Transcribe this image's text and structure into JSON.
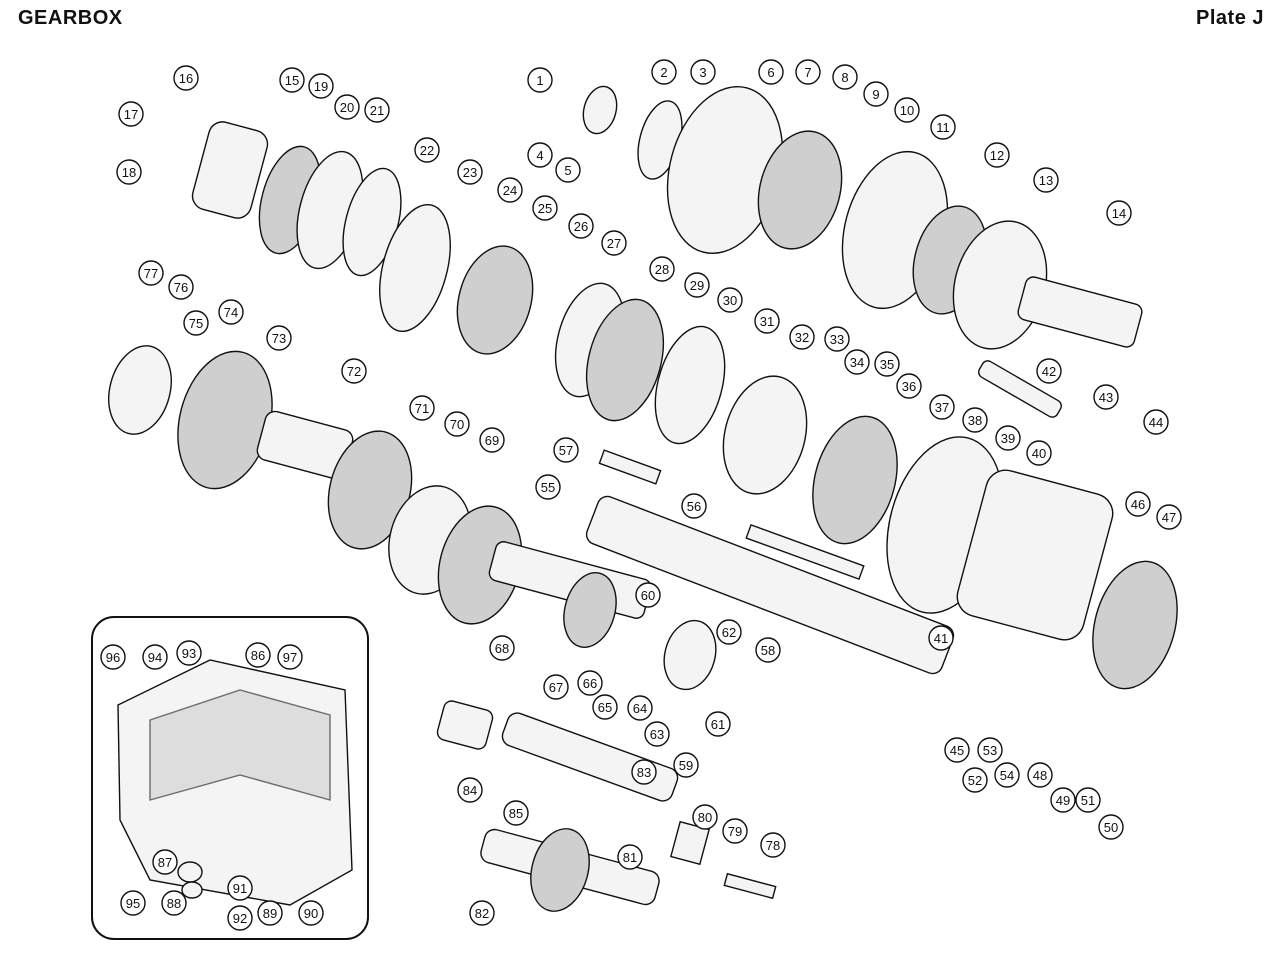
{
  "header": {
    "title": "GEARBOX",
    "plate": "Plate J"
  },
  "callouts": [
    {
      "n": "1"
    },
    {
      "n": "2"
    },
    {
      "n": "3"
    },
    {
      "n": "4"
    },
    {
      "n": "5"
    },
    {
      "n": "6"
    },
    {
      "n": "7"
    },
    {
      "n": "8"
    },
    {
      "n": "9"
    },
    {
      "n": "10"
    },
    {
      "n": "11"
    },
    {
      "n": "12"
    },
    {
      "n": "13"
    },
    {
      "n": "14"
    },
    {
      "n": "15"
    },
    {
      "n": "16"
    },
    {
      "n": "17"
    },
    {
      "n": "18"
    },
    {
      "n": "19"
    },
    {
      "n": "20"
    },
    {
      "n": "21"
    },
    {
      "n": "22"
    },
    {
      "n": "23"
    },
    {
      "n": "24"
    },
    {
      "n": "25"
    },
    {
      "n": "26"
    },
    {
      "n": "27"
    },
    {
      "n": "28"
    },
    {
      "n": "29"
    },
    {
      "n": "30"
    },
    {
      "n": "31"
    },
    {
      "n": "32"
    },
    {
      "n": "33"
    },
    {
      "n": "34"
    },
    {
      "n": "35"
    },
    {
      "n": "36"
    },
    {
      "n": "37"
    },
    {
      "n": "38"
    },
    {
      "n": "39"
    },
    {
      "n": "40"
    },
    {
      "n": "41"
    },
    {
      "n": "42"
    },
    {
      "n": "43"
    },
    {
      "n": "44"
    },
    {
      "n": "45"
    },
    {
      "n": "46"
    },
    {
      "n": "47"
    },
    {
      "n": "48"
    },
    {
      "n": "49"
    },
    {
      "n": "50"
    },
    {
      "n": "51"
    },
    {
      "n": "52"
    },
    {
      "n": "53"
    },
    {
      "n": "54"
    },
    {
      "n": "55"
    },
    {
      "n": "56"
    },
    {
      "n": "57"
    },
    {
      "n": "58"
    },
    {
      "n": "59"
    },
    {
      "n": "60"
    },
    {
      "n": "61"
    },
    {
      "n": "62"
    },
    {
      "n": "63"
    },
    {
      "n": "64"
    },
    {
      "n": "65"
    },
    {
      "n": "66"
    },
    {
      "n": "67"
    },
    {
      "n": "68"
    },
    {
      "n": "69"
    },
    {
      "n": "70"
    },
    {
      "n": "71"
    },
    {
      "n": "72"
    },
    {
      "n": "73"
    },
    {
      "n": "74"
    },
    {
      "n": "75"
    },
    {
      "n": "76"
    },
    {
      "n": "77"
    },
    {
      "n": "78"
    },
    {
      "n": "79"
    },
    {
      "n": "80"
    },
    {
      "n": "81"
    },
    {
      "n": "82"
    },
    {
      "n": "83"
    },
    {
      "n": "84"
    },
    {
      "n": "85"
    },
    {
      "n": "86"
    },
    {
      "n": "87"
    },
    {
      "n": "88"
    },
    {
      "n": "89"
    },
    {
      "n": "90"
    },
    {
      "n": "91"
    },
    {
      "n": "92"
    },
    {
      "n": "93"
    },
    {
      "n": "94"
    },
    {
      "n": "95"
    },
    {
      "n": "96"
    },
    {
      "n": "97"
    }
  ]
}
